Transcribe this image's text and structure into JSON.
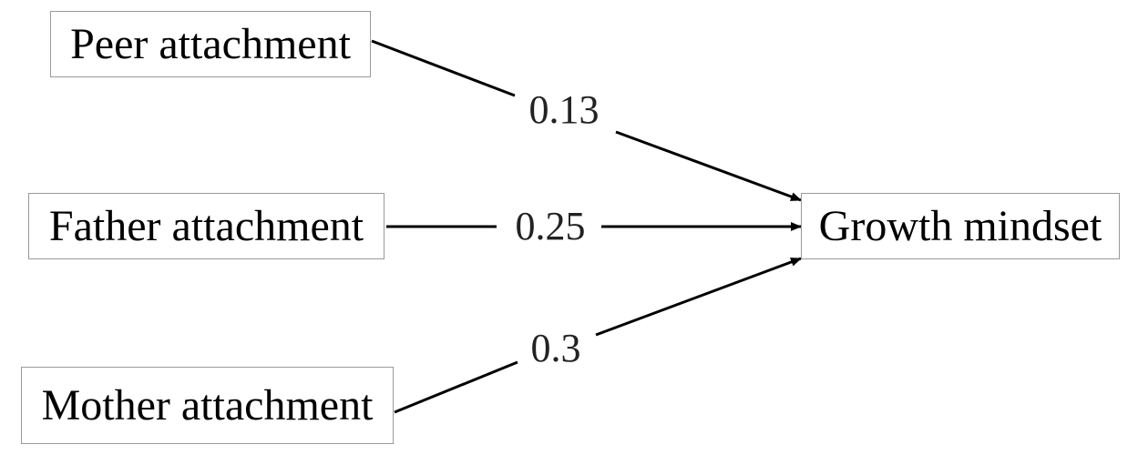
{
  "nodes": {
    "peer": "Peer attachment",
    "father": "Father attachment",
    "mother": "Mother attachment",
    "growth": "Growth mindset"
  },
  "paths": {
    "peer_to_growth": "0.13",
    "father_to_growth": "0.25",
    "mother_to_growth": "0.3"
  }
}
